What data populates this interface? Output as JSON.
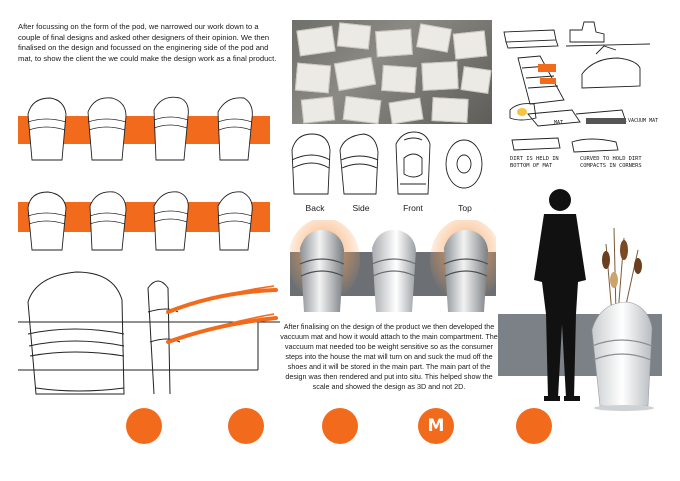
{
  "intro_text": "After focussing on the form of the pod, we narrowed our work down to a couple of final designs and asked other designers of their opinion. We then finalised on the design and focussed on the enginering side of the pod and mat, to show the client the we could make the design work as a final product.",
  "views": {
    "back": "Back",
    "side": "Side",
    "front": "Front",
    "top": "Top"
  },
  "sketch_notes": {
    "mat": "MAT",
    "vacuum_mat": "VACUUM MAT",
    "note_left": "DIRT IS HELD IN BOTTOM OF MAT",
    "note_right": "CURVED TO HOLD DIRT COMPACTS IN CORNERS"
  },
  "lower_text": "After finalising on the design of the product we then developed the vaccuum mat and how it would attach to the main compartment. The vaccuum mat needed too be weight sensitive so as the consumer steps into the house the mat will turn on and suck the mud off the shoes and it will be stored in the main part. The main part of the design was then rendered and put into situ. This helped show the scale and showed the design as 3D and not 2D.",
  "logo_text": "M",
  "colors": {
    "accent": "#f26a1b",
    "band": "#6c7075"
  }
}
